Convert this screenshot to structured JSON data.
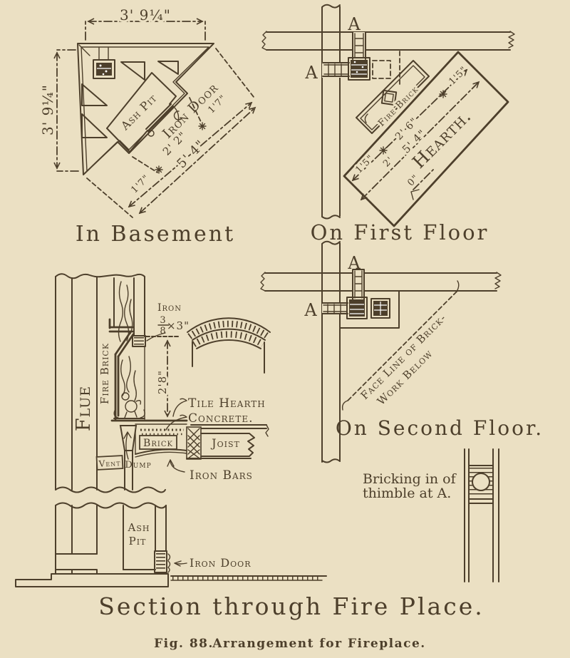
{
  "ink_color": "#4d3f2b",
  "paper_color": "#ebe0c3",
  "figure": {
    "label": "Fig. 88.",
    "title": "Arrangement for Fireplace."
  },
  "basement": {
    "caption": "In Basement",
    "ash_pit": "Ash Pit",
    "iron_door": "Iron Door",
    "dim_top": "3' 9¼\"",
    "dim_left": "3' 9¼\"",
    "diag_seg_1": "1'7\"",
    "diag_seg_2": "2' 2\"",
    "diag_seg_3": "1'7\"",
    "diag_total": "5' 4\""
  },
  "first_floor": {
    "caption": "On First Floor",
    "a_top": "A",
    "a_left": "A",
    "fire_brick": "Fire Brick",
    "hearth": "Hearth.",
    "seg_1": "1'5\"",
    "seg_2": "2' 6\"",
    "seg_3": "1'5\"",
    "total": "5' 4\"",
    "width_a": "2'",
    "width_b": "0\""
  },
  "second_floor": {
    "caption": "On Second Floor.",
    "a_top": "A",
    "a_left": "A",
    "face_line_1": "Face Line of Brick-",
    "face_line_2": "Work Below",
    "note_1": "Bricking in of",
    "note_2": "thimble at A."
  },
  "section": {
    "caption": "Section through Fire Place.",
    "flue": "Flue",
    "fire_brick": "Fire Brick",
    "iron": "Iron",
    "frac_num": "3",
    "frac_den": "8",
    "frac_rest": "×3\"",
    "dim_height": "2'8\"",
    "tile_hearth": "Tile Hearth",
    "concrete": "Concrete.",
    "brick": "Brick",
    "joist": "Joist",
    "vent": "Vent",
    "dump": "Dump",
    "iron_bars": "Iron Bars",
    "ash": "Ash",
    "pit": "Pit",
    "iron_door": "Iron Door"
  }
}
